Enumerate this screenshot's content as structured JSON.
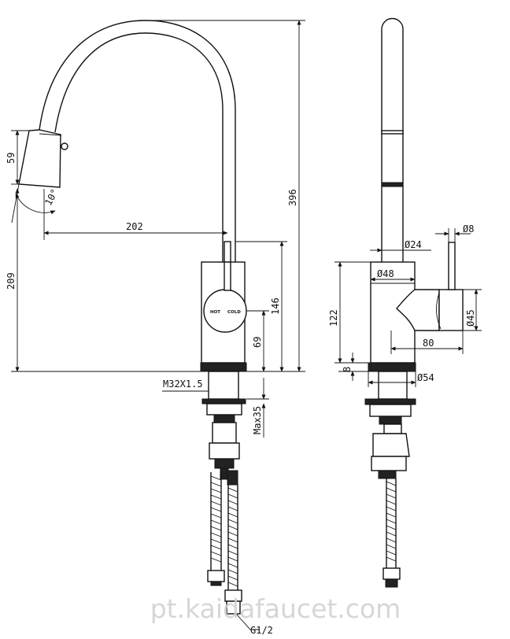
{
  "drawing": {
    "handle_labels": {
      "hot": "HOT",
      "cold": "COLD"
    },
    "dimensions": {
      "spout_length": "202",
      "spray_head_length": "59",
      "spray_angle": "10°",
      "total_height": "396",
      "spout_base_height": "209",
      "body_height": "146",
      "handle_axis_height": "69",
      "mount_thread": "M32X1.5",
      "max_deck_thickness": "Max35",
      "hose_thread": "G1/2",
      "spout_tube_diameter": "Ø24",
      "lever_diameter": "Ø8",
      "body_diameter": "Ø48",
      "handle_diameter": "Ø45",
      "side_body_height": "122",
      "handle_reach": "80",
      "base_ring_height": "8",
      "base_diameter": "Ø54"
    },
    "watermark": "pt.kaidafaucet.com"
  }
}
